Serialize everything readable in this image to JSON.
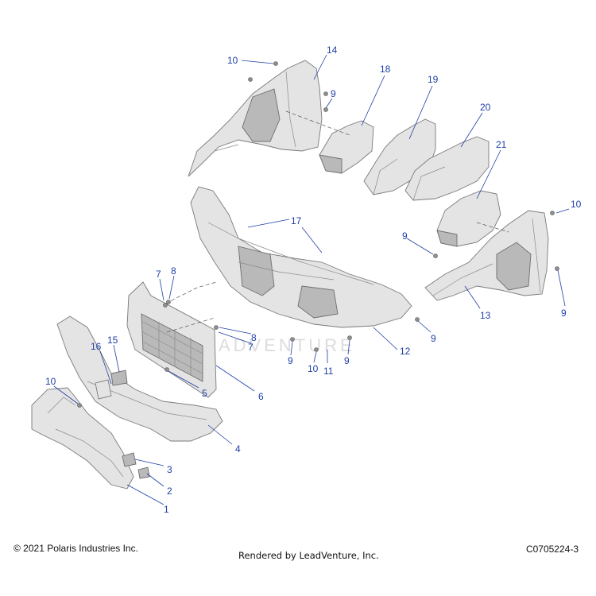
{
  "callouts": [
    "10",
    "14",
    "9",
    "18",
    "19",
    "20",
    "21",
    "10",
    "17",
    "9",
    "7",
    "8",
    "16",
    "15",
    "10",
    "8",
    "7",
    "9",
    "10",
    "11",
    "9",
    "12",
    "9",
    "13",
    "9",
    "5",
    "6",
    "4",
    "3",
    "2",
    "1"
  ],
  "watermark": "ADVENTURE",
  "footer": {
    "copyright": "© 2021 Polaris Industries Inc.",
    "rendered_by": "Rendered by LeadVenture, Inc.",
    "diagram_code": "C0705224-3"
  }
}
